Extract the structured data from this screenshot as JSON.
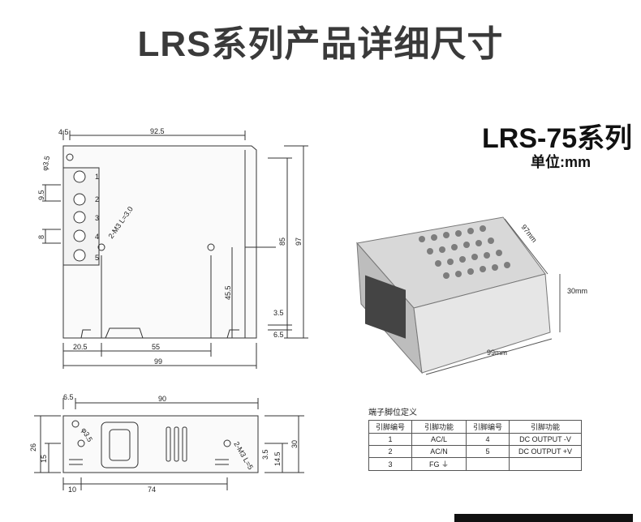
{
  "title": "LRS系列产品详细尺寸",
  "model": "LRS-75系列",
  "unit": "单位:mm",
  "top_view": {
    "dims": [
      "4.5",
      "92.5",
      "φ3.5",
      "9.5",
      "8",
      "2-M3 L=3.0",
      "45.5",
      "85",
      "97",
      "3.5",
      "6.5",
      "20.5",
      "55",
      "99"
    ],
    "terminals": [
      "1",
      "2",
      "3",
      "4",
      "5"
    ]
  },
  "side_view": {
    "dims": [
      "6.5",
      "90",
      "φ3.5",
      "26",
      "15",
      "2-M3 L=5",
      "3.5",
      "14.5",
      "30",
      "10",
      "74"
    ]
  },
  "photo": {
    "dims": [
      "97mm",
      "30mm",
      "99mm"
    ]
  },
  "pin_table": {
    "caption": "端子脚位定义",
    "headers": [
      "引脚编号",
      "引脚功能",
      "引脚编号",
      "引脚功能"
    ],
    "rows": [
      [
        "1",
        "AC/L",
        "4",
        "DC OUTPUT -V"
      ],
      [
        "2",
        "AC/N",
        "5",
        "DC OUTPUT +V"
      ],
      [
        "3",
        "FG ⏚",
        "",
        ""
      ]
    ]
  }
}
